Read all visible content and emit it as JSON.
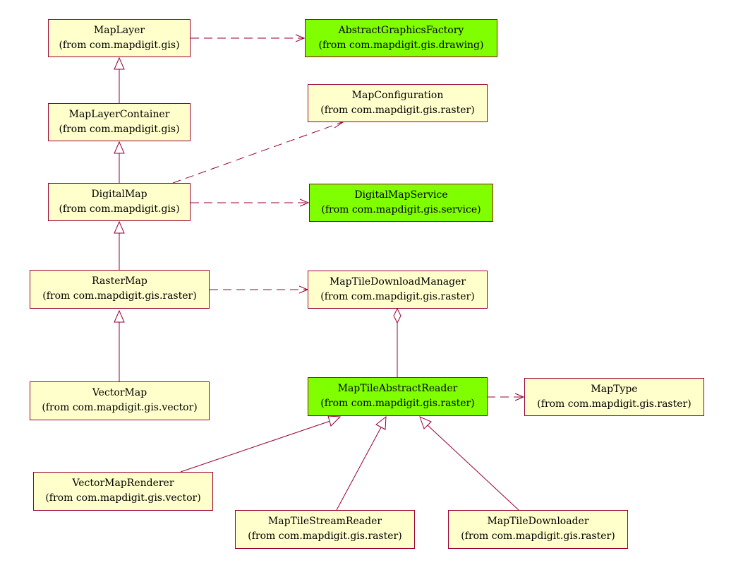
{
  "colors": {
    "box_fill": "#ffffcc",
    "box_fill_highlight": "#80ff00",
    "border_and_lines": "#990033"
  },
  "classes": {
    "map_layer": {
      "name": "MapLayer",
      "package": "(from com.mapdigit.gis)"
    },
    "abstract_graphics_factory": {
      "name": "AbstractGraphicsFactory",
      "package": "(from com.mapdigit.gis.drawing)"
    },
    "map_layer_container": {
      "name": "MapLayerContainer",
      "package": "(from com.mapdigit.gis)"
    },
    "map_configuration": {
      "name": "MapConfiguration",
      "package": "(from com.mapdigit.gis.raster)"
    },
    "digital_map": {
      "name": "DigitalMap",
      "package": "(from com.mapdigit.gis)"
    },
    "digital_map_service": {
      "name": "DigitalMapService",
      "package": "(from com.mapdigit.gis.service)"
    },
    "raster_map": {
      "name": "RasterMap",
      "package": "(from com.mapdigit.gis.raster)"
    },
    "map_tile_download_manager": {
      "name": "MapTileDownloadManager",
      "package": "(from com.mapdigit.gis.raster)"
    },
    "vector_map": {
      "name": "VectorMap",
      "package": "(from com.mapdigit.gis.vector)"
    },
    "map_tile_abstract_reader": {
      "name": "MapTileAbstractReader",
      "package": "(from com.mapdigit.gis.raster)"
    },
    "map_type": {
      "name": "MapType",
      "package": "(from com.mapdigit.gis.raster)"
    },
    "vector_map_renderer": {
      "name": "VectorMapRenderer",
      "package": "(from com.mapdigit.gis.vector)"
    },
    "map_tile_stream_reader": {
      "name": "MapTileStreamReader",
      "package": "(from com.mapdigit.gis.raster)"
    },
    "map_tile_downloader": {
      "name": "MapTileDownloader",
      "package": "(from com.mapdigit.gis.raster)"
    }
  },
  "relationships": [
    {
      "type": "dependency",
      "from": "map_layer",
      "to": "abstract_graphics_factory"
    },
    {
      "type": "generalization",
      "from": "map_layer_container",
      "to": "map_layer"
    },
    {
      "type": "dependency",
      "from": "digital_map",
      "to": "map_configuration"
    },
    {
      "type": "generalization",
      "from": "digital_map",
      "to": "map_layer_container"
    },
    {
      "type": "dependency",
      "from": "digital_map",
      "to": "digital_map_service"
    },
    {
      "type": "generalization",
      "from": "raster_map",
      "to": "digital_map"
    },
    {
      "type": "dependency",
      "from": "raster_map",
      "to": "map_tile_download_manager"
    },
    {
      "type": "generalization",
      "from": "vector_map",
      "to": "raster_map"
    },
    {
      "type": "aggregation",
      "from": "map_tile_download_manager",
      "to": "map_tile_abstract_reader"
    },
    {
      "type": "dependency",
      "from": "map_tile_abstract_reader",
      "to": "map_type"
    },
    {
      "type": "generalization",
      "from": "vector_map_renderer",
      "to": "map_tile_abstract_reader"
    },
    {
      "type": "generalization",
      "from": "map_tile_stream_reader",
      "to": "map_tile_abstract_reader"
    },
    {
      "type": "generalization",
      "from": "map_tile_downloader",
      "to": "map_tile_abstract_reader"
    }
  ]
}
